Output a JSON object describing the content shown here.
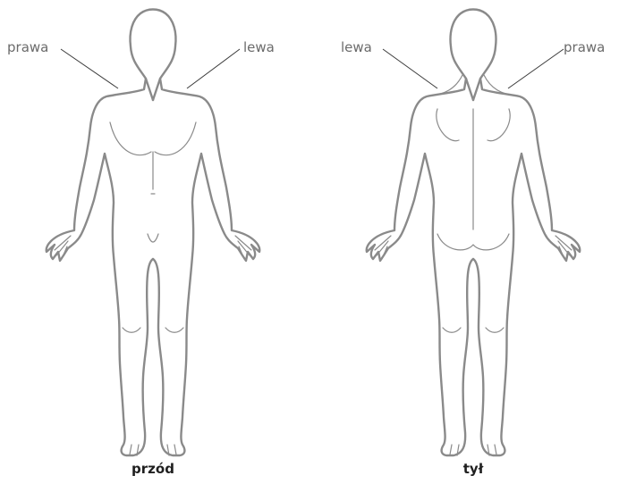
{
  "front": {
    "caption": "przód",
    "label_left": "prawa",
    "label_right": "lewa"
  },
  "back": {
    "caption": "tył",
    "label_left": "lewa",
    "label_right": "prawa"
  },
  "colors": {
    "outline": "#8a8a8a",
    "leader": "#3a3a3a",
    "label": "#6b6b6b",
    "caption": "#1f1f1f"
  }
}
